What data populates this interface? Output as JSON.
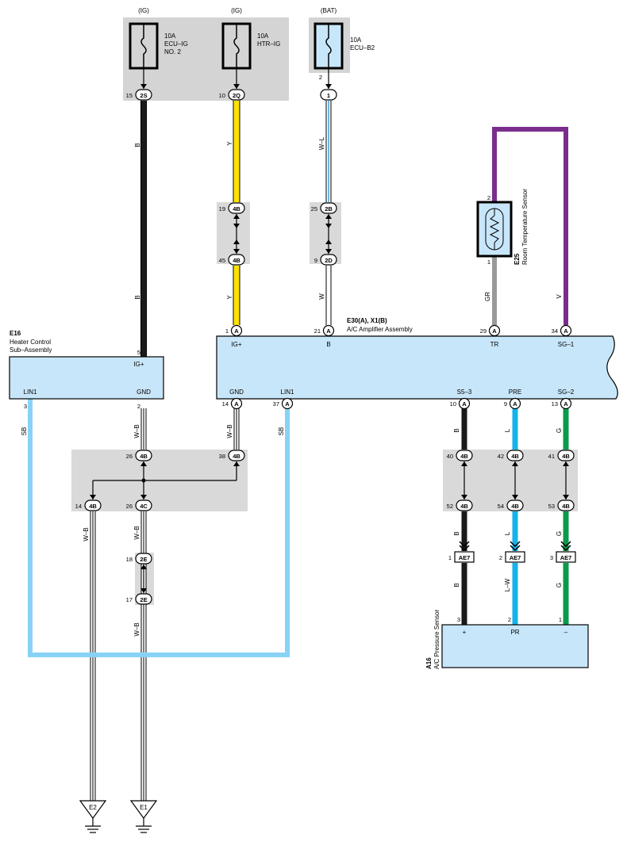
{
  "colors": {
    "fuse_box": "#d4d4d4",
    "component_fill": "#c8e6f9",
    "wire_b": "#1a1a1a",
    "wire_y": "#ffe200",
    "wire_wl": "#6ab6e8",
    "wire_w": "#ffffff",
    "wire_v": "#7b2d8e",
    "wire_gr": "#9a9a9a",
    "wire_sb": "#88d3f5",
    "wire_l": "#16b2eb",
    "wire_g": "#0b9a4b",
    "junction_block": "#d9d9d9"
  },
  "fuses": {
    "ecu_ig_no2": {
      "source": "(IG)",
      "rating": "10A",
      "name1": "ECU–IG",
      "name2": "NO. 2",
      "pin": "15",
      "conn": "2S"
    },
    "htr_ig": {
      "source": "(IG)",
      "rating": "10A",
      "name1": "HTR–IG",
      "pin": "10",
      "conn": "2Q"
    },
    "ecu_b2": {
      "source": "(BAT)",
      "rating": "10A",
      "name1": "ECU–B2",
      "pin_top": "2",
      "conn": "1"
    }
  },
  "wires": {
    "b": "B",
    "y": "Y",
    "wl": "W–L",
    "w": "W",
    "gr": "GR",
    "v": "V",
    "wb": "W–B",
    "sb": "SB",
    "l": "L",
    "g": "G",
    "lw": "L–W"
  },
  "connectors": {
    "c4b": "4B",
    "c2b": "2B",
    "c2d": "2D",
    "c4c": "4C",
    "c2e": "2E",
    "ca": "A",
    "cae7": "AE7",
    "p19": "19",
    "p45": "45",
    "p25": "25",
    "p9": "9",
    "p26": "26",
    "p38": "38",
    "p14": "14",
    "p18": "18",
    "p17": "17",
    "p40": "40",
    "p42": "42",
    "p41": "41",
    "p52": "52",
    "p54": "54",
    "p53": "53",
    "p1": "1",
    "p2": "2",
    "p3": "3",
    "p21": "21",
    "p29": "29",
    "p34": "34",
    "p37": "37",
    "p10": "10",
    "p13": "13",
    "p5": "5"
  },
  "components": {
    "e16": {
      "id": "E16",
      "name1": "Heater Control",
      "name2": "Sub–Assembly",
      "ig": "IG+",
      "lin1": "LIN1",
      "gnd": "GND"
    },
    "e30": {
      "id": "E30(A), X1(B)",
      "name": "A/C Amplifier Assembly",
      "ig": "IG+",
      "b": "B",
      "tr": "TR",
      "sg1": "SG–1",
      "gnd": "GND",
      "lin1": "LIN1",
      "s53": "S5–3",
      "pre": "PRE",
      "sg2": "SG–2"
    },
    "e25": {
      "id": "E25",
      "name": "Room Temperature Sensor"
    },
    "a16": {
      "id": "A16",
      "name": "A/C Pressure Sensor",
      "plus": "+",
      "pr": "PR",
      "minus": "–"
    }
  },
  "grounds": {
    "e2": "E2",
    "e1": "E1"
  }
}
